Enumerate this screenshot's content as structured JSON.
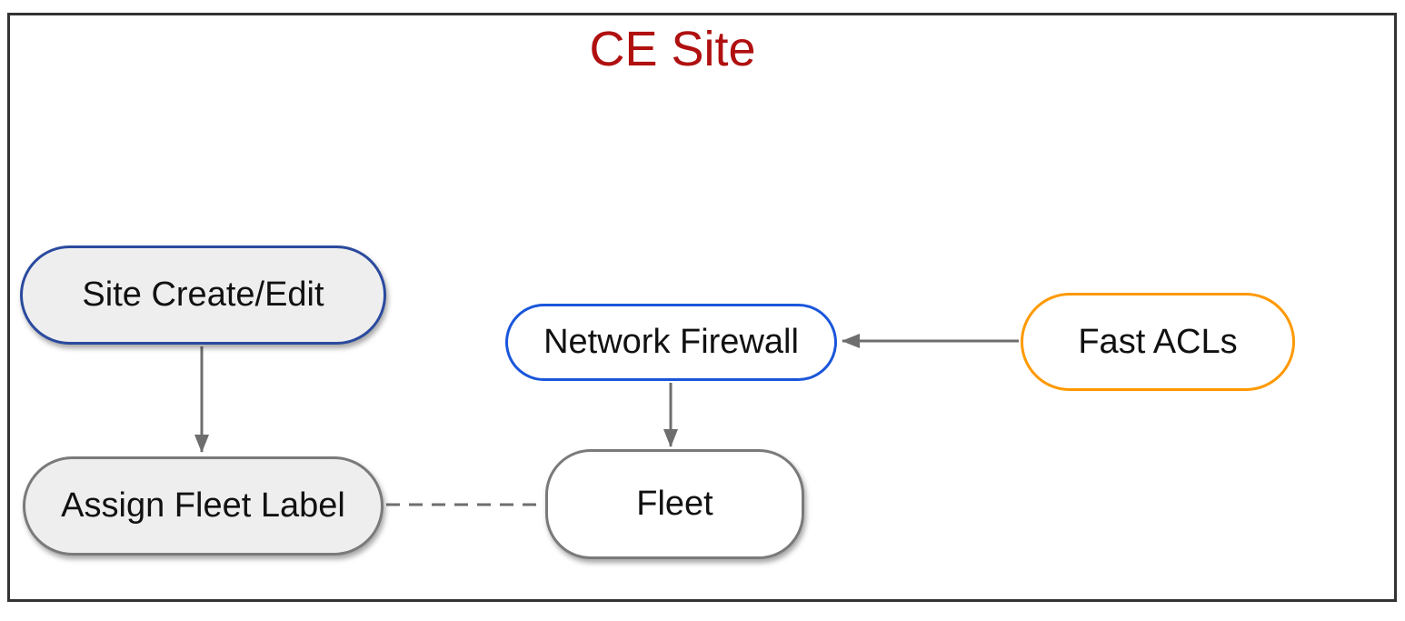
{
  "diagram": {
    "title": "CE Site",
    "title_color": "#b01010",
    "frame_color": "#333333",
    "arrow_color": "#6e6e6e",
    "nodes": [
      {
        "id": "site-create-edit",
        "label": "Site Create/Edit",
        "fill": "#eeeeee",
        "border_color": "#2a4a9e",
        "shape": "pill",
        "shadow": true
      },
      {
        "id": "assign-fleet-label",
        "label": "Assign Fleet Label",
        "fill": "#eeeeee",
        "border_color": "#7a7a7a",
        "shape": "pill",
        "shadow": true
      },
      {
        "id": "network-firewall",
        "label": "Network Firewall",
        "fill": "#ffffff",
        "border_color": "#1a56db",
        "shape": "pill",
        "shadow": false
      },
      {
        "id": "fast-acls",
        "label": "Fast ACLs",
        "fill": "#ffffff",
        "border_color": "#ff9900",
        "shape": "pill",
        "shadow": false
      },
      {
        "id": "fleet",
        "label": "Fleet",
        "fill": "#ffffff",
        "border_color": "#7a7a7a",
        "shape": "rounded",
        "shadow": true
      }
    ],
    "edges": [
      {
        "from": "site-create-edit",
        "to": "assign-fleet-label",
        "style": "solid",
        "arrowhead": "to"
      },
      {
        "from": "network-firewall",
        "to": "fleet",
        "style": "solid",
        "arrowhead": "to"
      },
      {
        "from": "fast-acls",
        "to": "network-firewall",
        "style": "solid",
        "arrowhead": "to"
      },
      {
        "from": "assign-fleet-label",
        "to": "fleet",
        "style": "dashed",
        "arrowhead": "none"
      }
    ]
  }
}
